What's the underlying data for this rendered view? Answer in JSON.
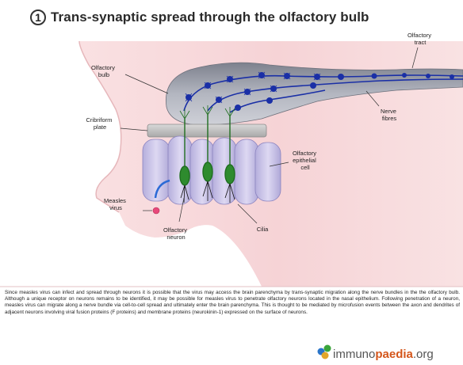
{
  "title": {
    "number": "1",
    "text": "Trans-synaptic spread through the olfactory bulb"
  },
  "labels": {
    "olfactory_tract": [
      "Olfactory",
      "tract"
    ],
    "olfactory_bulb": [
      "Olfactory",
      "bulb"
    ],
    "cribriform_plate": [
      "Cribriform",
      "plate"
    ],
    "nerve_fibres": [
      "Nerve",
      "fibres"
    ],
    "olfactory_epithelial_cell": [
      "Olfactory",
      "epithelial",
      "cell"
    ],
    "measles_virus": [
      "Measles",
      "virus"
    ],
    "olfactory_neuron": [
      "Olfactory",
      "neuron"
    ],
    "cilia": [
      "Cilia"
    ]
  },
  "caption": "Since measles virus can infect and spread through neurons it is possible that the virus may access the brain parenchyma by trans-synaptic migration along the nerve bundles in the the olfactory bulb. Although a unique receptor on neurons remains to be identified, it may be possible for measles virus to penetrate olfactory neurons located in the nasal epithelium. Following penetration of a neuron, measles virus can migrate along a nerve bundle via cell-to-cell spread and ultimately enter the brain parenchyma. This is thought to be mediated by microfusion events between the axon and dendrites of adjacent neurons involving viral fusion proteins (F proteins) and membrane proteins (neurokinin-1) expressed on the surface of neurons.",
  "logo": {
    "part1": "immuno",
    "part2": "paedia",
    "part3": ".org"
  },
  "colors": {
    "skin": "#f7d6d8",
    "bulb": "#a6a9b4",
    "epithelial": "#c7c2e6",
    "neuron": "#2e8b2e",
    "nerve": "#1a2fa6",
    "virus": "#e8487a",
    "logo_accent": "#d4561b"
  }
}
